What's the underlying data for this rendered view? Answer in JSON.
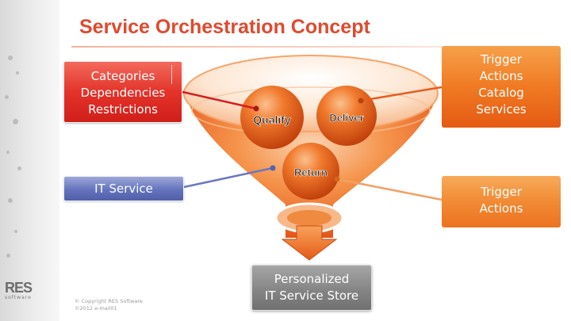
{
  "slide": {
    "title": "Service Orchestration Concept"
  },
  "left_boxes": {
    "red": {
      "lines": [
        "Categories",
        "Dependencies",
        "Restrictions"
      ]
    },
    "blue": {
      "lines": [
        "IT Service"
      ]
    }
  },
  "right_boxes": {
    "top": {
      "lines": [
        "Trigger",
        "Actions",
        "Catalog",
        "Services"
      ]
    },
    "bottom": {
      "lines": [
        "Trigger",
        "Actions"
      ]
    }
  },
  "bottom_box": {
    "lines": [
      "Personalized",
      "IT Service Store"
    ]
  },
  "funnel": {
    "spheres": [
      {
        "label": "Qualify"
      },
      {
        "label": "Deliver"
      },
      {
        "label": "Return"
      }
    ]
  },
  "colors": {
    "title": "#e0492e",
    "red_box": "#e3332a",
    "blue_box": "#6473bc",
    "orange_box": "#f07a23",
    "grey_box": "#858585",
    "funnel": "#f27a2a"
  },
  "footer": {
    "logo_text": "RES",
    "logo_sub": "software",
    "copyright_lines": [
      "© Copyright RES Software",
      "©2012 e-mail01"
    ]
  }
}
